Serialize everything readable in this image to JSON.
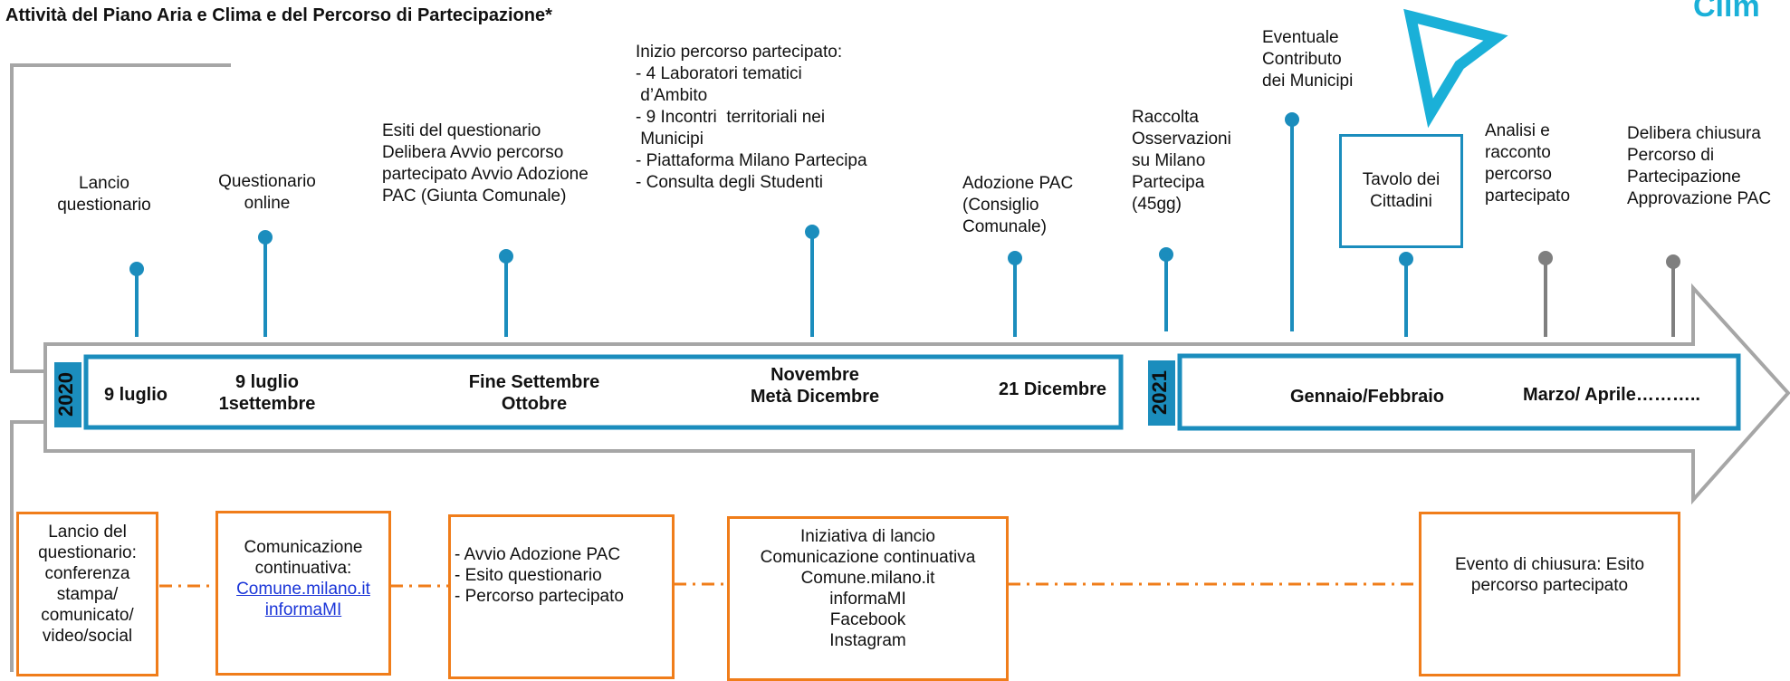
{
  "title": "Attività del Piano Aria e Clima e del Percorso di Partecipazione*",
  "logo_fragment": "Clim",
  "years": [
    "2020",
    "2021"
  ],
  "top_labels": {
    "lancio": "Lancio questionario",
    "questionario_online": "Questionario online",
    "esiti": "Esiti del questionario Delibera Avvio percorso partecipato Avvio Adozione PAC (Giunta Comunale)",
    "inizio_title": "Inizio percorso partecipato:",
    "inizio_items": [
      "- 4 Laboratori tematici",
      " d’Ambito",
      "- 9 Incontri  territoriali nei",
      " Municipi",
      "- Piattaforma Milano Partecipa",
      "- Consulta degli Studenti"
    ],
    "adozione": "Adozione PAC (Consiglio Comunale)",
    "raccolta": "Raccolta Osservazioni su Milano Partecipa (45gg)",
    "eventuale": "Eventuale Contributo dei Municipi",
    "tavolo": "Tavolo dei Cittadini",
    "analisi": "Analisi e racconto percorso partecipato",
    "delibera_chiusura": "Delibera chiusura Percorso di Partecipazione Approvazione PAC"
  },
  "dates": {
    "d1": "9 luglio",
    "d2_line1": "9 luglio",
    "d2_line2": "1settembre",
    "d3_line1": "Fine Settembre",
    "d3_line2": "Ottobre",
    "d4_line1": "Novembre",
    "d4_line2": "Metà Dicembre",
    "d5": "21 Dicembre",
    "d6": "Gennaio/Febbraio",
    "d7": "Marzo/ Aprile……….."
  },
  "bottom_boxes": {
    "b1": "Lancio del questionario: conferenza stampa/ comunicato/ video/social",
    "b2_text": "Comunicazione continuativa:",
    "b2_link1": "Comune.milano.it",
    "b2_link2": "informaMI",
    "b3_items": [
      "- Avvio Adozione PAC",
      "- Esito questionario",
      "- Percorso partecipato"
    ],
    "b4_items": [
      "Iniziativa di lancio",
      "Comunicazione continuativa",
      "Comune.milano.it",
      "informaMI",
      "Facebook",
      "Instagram"
    ],
    "b5": "Evento di chiusura: Esito percorso partecipato"
  },
  "colors": {
    "blue": "#1b8dbd",
    "orange": "#f07d1a",
    "gray": "#a6a6a6",
    "dark_gray": "#7f7f7f"
  }
}
